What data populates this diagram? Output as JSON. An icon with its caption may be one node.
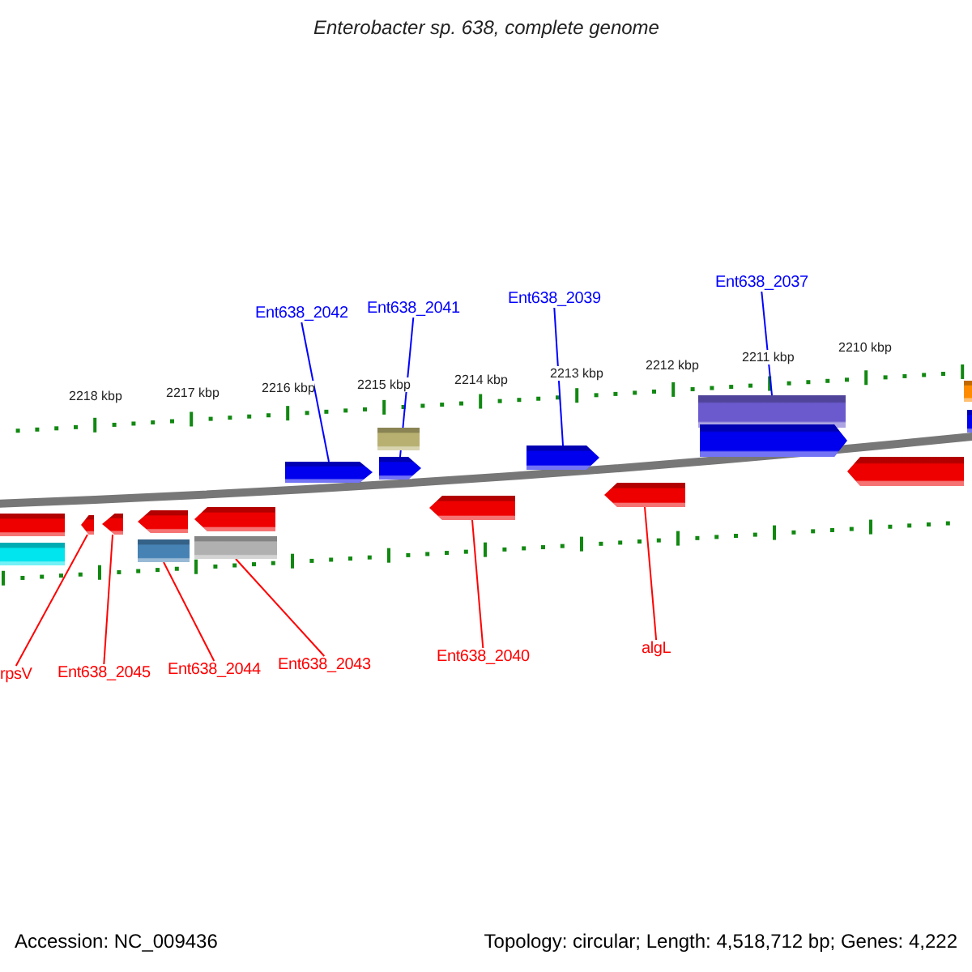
{
  "diagram": {
    "title": "Enterobacter sp. 638, complete genome",
    "nodes": [
      {
        "text": [
          "Ent638_2042"
        ]
      },
      {
        "text": [
          "Ent638_2041"
        ]
      },
      {
        "text": [
          "Ent638_2039"
        ]
      },
      {
        "text": [
          "Ent638_2037"
        ]
      },
      {
        "text": [
          "rpsV"
        ]
      },
      {
        "text": [
          "Ent638_2045"
        ]
      },
      {
        "text": [
          "Ent638_2044"
        ]
      },
      {
        "text": [
          "Ent638_2043"
        ]
      },
      {
        "text": [
          "Ent638_2040"
        ]
      },
      {
        "text": [
          "algL"
        ]
      },
      {
        "text": [],
        "shape": "arrow"
      },
      {
        "text": [],
        "shape": "bar"
      },
      {
        "text": [],
        "shape": "arrow"
      },
      {
        "text": [],
        "shape": "arrow"
      },
      {
        "text": [],
        "shape": "bar"
      },
      {
        "text": [],
        "shape": "arrow"
      },
      {
        "text": [],
        "shape": "bar"
      },
      {
        "text": [],
        "shape": "arrow"
      },
      {
        "text": [],
        "shape": "arrow"
      },
      {
        "text": [],
        "shape": "bar"
      },
      {
        "text": [],
        "shape": "arrow"
      },
      {
        "text": [],
        "shape": "arrow"
      },
      {
        "text": [],
        "shape": "arrow"
      },
      {
        "text": [],
        "shape": "bar"
      },
      {
        "text": [],
        "shape": "arrow"
      },
      {
        "text": [],
        "shape": "bar"
      },
      {
        "text": [],
        "shape": "arrow"
      },
      {
        "text": [],
        "shape": "arrow"
      },
      {
        "text": [],
        "shape": "arrow"
      }
    ],
    "edges": [
      {
        "from": 0,
        "to": 10,
        "arrow": "none",
        "color": "#0000ff"
      },
      {
        "from": 1,
        "to": 12,
        "arrow": "none",
        "color": "#0000ff"
      },
      {
        "from": 2,
        "to": 13,
        "arrow": "none",
        "color": "#0000ff"
      },
      {
        "from": 3,
        "to": 14,
        "arrow": "none",
        "color": "#0000ff"
      },
      {
        "from": 4,
        "to": 20,
        "arrow": "none"
      },
      {
        "from": 5,
        "to": 21,
        "arrow": "none"
      },
      {
        "from": 6,
        "to": 23,
        "arrow": "none"
      },
      {
        "from": 7,
        "to": 25,
        "arrow": "none"
      },
      {
        "from": 8,
        "to": 26,
        "arrow": "none"
      },
      {
        "from": 9,
        "to": 27,
        "arrow": "none"
      }
    ],
    "labels": [
      "2218 kbp",
      "2217 kbp",
      "2216 kbp",
      "2215 kbp",
      "2214 kbp",
      "2213 kbp",
      "2212 kbp",
      "2211 kbp",
      "2210 kbp",
      "Accession: NC_009436",
      "Topology: circular; Length: 4,518,712 bp; Genes: 4,222"
    ]
  }
}
